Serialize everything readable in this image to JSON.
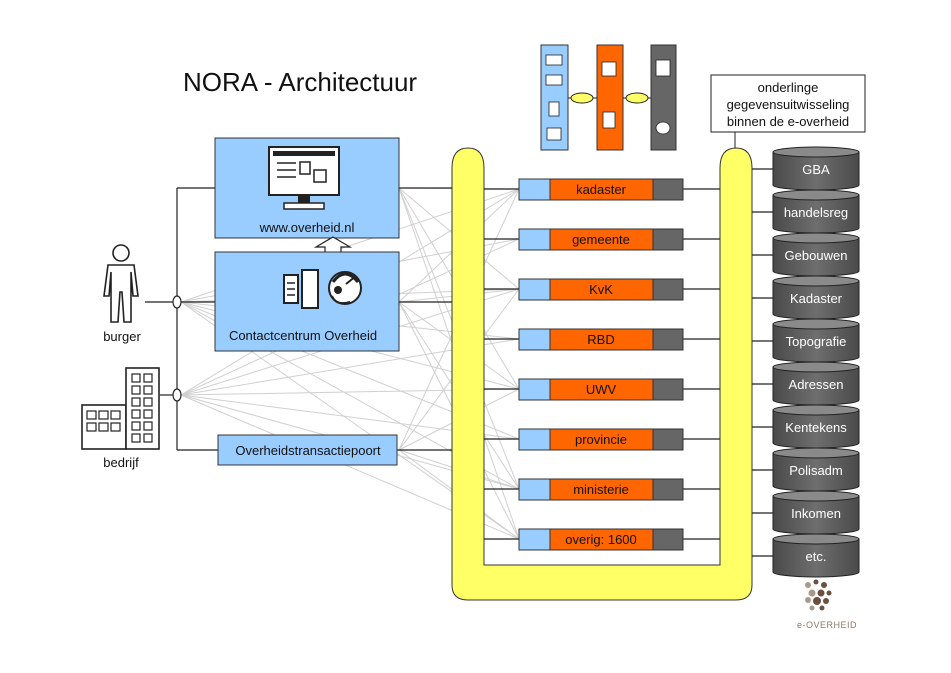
{
  "title": "NORA - Architectuur",
  "callout": {
    "line1": "onderlinge",
    "line2": "gegevensuitwisseling",
    "line3": "binnen de e-overheid"
  },
  "channels": {
    "web_label": "www.overheid.nl",
    "contact_label": "Contactcentrum Overheid",
    "gateway_label": "Overheidstransactiepoort"
  },
  "actors": {
    "citizen": "burger",
    "business": "bedrijf"
  },
  "organizations": [
    "kadaster",
    "gemeente",
    "KvK",
    "RBD",
    "UWV",
    "provincie",
    "ministerie",
    "overig: 1600"
  ],
  "registries": [
    "GBA",
    "handelsreg",
    "Gebouwen",
    "Kadaster",
    "Topografie",
    "Adressen",
    "Kentekens",
    "Polisadm",
    "Inkomen",
    "etc."
  ],
  "logo_text": "e-OVERHEID",
  "colors": {
    "channel_fill": "#99ccff",
    "org_orange": "#ff6600",
    "org_dark": "#666666",
    "bus_yellow": "#ffff66",
    "db_dark": "#5a5a5a"
  }
}
